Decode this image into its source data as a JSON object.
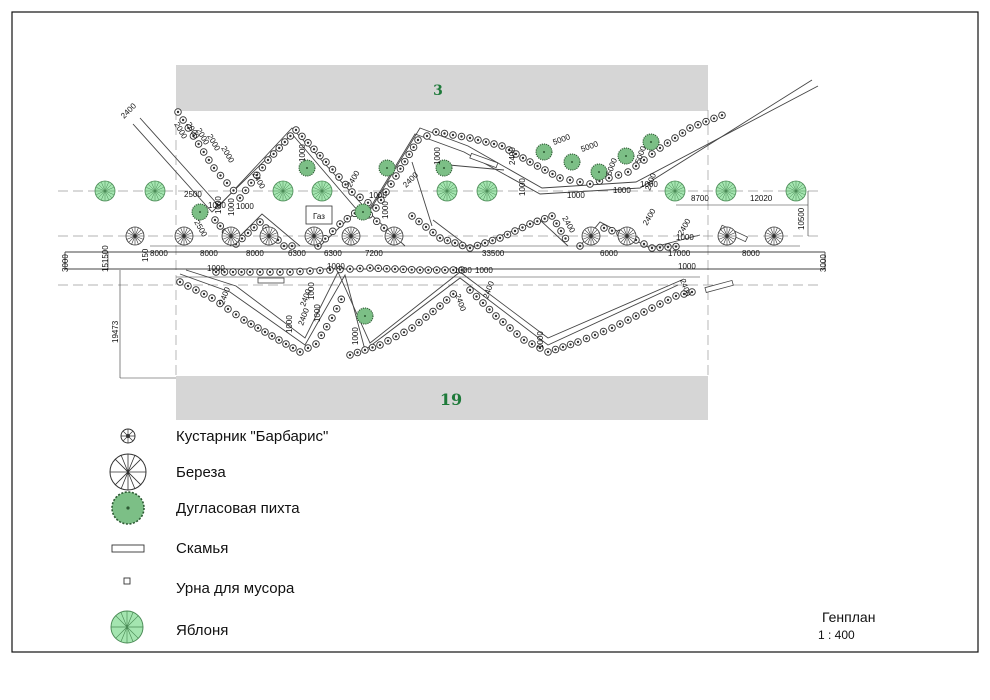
{
  "plan": {
    "building_top": "3",
    "building_bottom": "19",
    "gas_label": "Газ",
    "title": "Генплан",
    "scale": "1 : 400",
    "colors": {
      "building": "#d6d6d6",
      "building_text": "#1e7a3a",
      "fir": "#7cbf86",
      "apple": "#a4e5b0",
      "line": "#333333"
    }
  },
  "dimensions": {
    "d2400_tl": "2400",
    "d2000_a": "2000",
    "d2000_b": "2000",
    "d2000_c": "2000",
    "d2000_d": "2000",
    "d2000_e": "2000",
    "d2400_a": "2400",
    "d2500_a": "2500",
    "d1000_a": "1000",
    "d1000_b": "1000",
    "d1000_c": "1000",
    "d2500_b": "2500",
    "d1000_d": "1000",
    "d2400_b": "2400",
    "d1000_e": "1000",
    "d1000_f": "1000",
    "d2400_c": "2400",
    "d1000_g": "1000",
    "d2400_d": "2400",
    "d1000_h": "1000",
    "d2400_e": "2400",
    "d1000_i": "1000",
    "d5000_a": "5000",
    "d5000_b": "5000",
    "d5000_c": "5000",
    "d5000_d": "5000",
    "d1000_j": "1000",
    "d2400_f": "2400",
    "d1000_k": "1000",
    "d2400_g": "2400",
    "d8700": "8700",
    "d12020": "12020",
    "d10500": "10500",
    "d2400_h": "2400",
    "d1000_l": "1000",
    "d3000_l": "3000",
    "d151500": "151500",
    "d150": "150",
    "d8000_a": "8000",
    "d8000_b": "8000",
    "d8000_c": "8000",
    "d6300_a": "6300",
    "d6300_b": "6300",
    "d7200": "7200",
    "d33500": "33500",
    "d6000": "6000",
    "d17000": "17000",
    "d8000_d": "8000",
    "d3000_r": "3000",
    "d1000_m": "1000",
    "d1000_n": "1000",
    "d1000_o": "1000",
    "d1000_p": "1000",
    "d1000_q": "1000",
    "d2400_i": "2400",
    "d2400_j": "2400",
    "d2400_k": "2400",
    "d2400_l": "2400",
    "d2400_m": "2400",
    "d2400_n": "2400",
    "d1000_r": "1000",
    "d1000_s": "1000",
    "d1000_t": "1000",
    "d1000_u": "1000",
    "d1000_v": "1000",
    "d19473": "19473",
    "d1000_w": "1000"
  },
  "legend": [
    {
      "icon": "barberry-shrub-icon",
      "label": "Кустарник \"Барбарис\""
    },
    {
      "icon": "birch-tree-icon",
      "label": "Береза"
    },
    {
      "icon": "douglas-fir-icon",
      "label": "Дугласовая пихта"
    },
    {
      "icon": "bench-icon",
      "label": "Скамья"
    },
    {
      "icon": "trash-bin-icon",
      "label": "Урна для мусора"
    },
    {
      "icon": "apple-tree-icon",
      "label": "Яблоня"
    }
  ]
}
